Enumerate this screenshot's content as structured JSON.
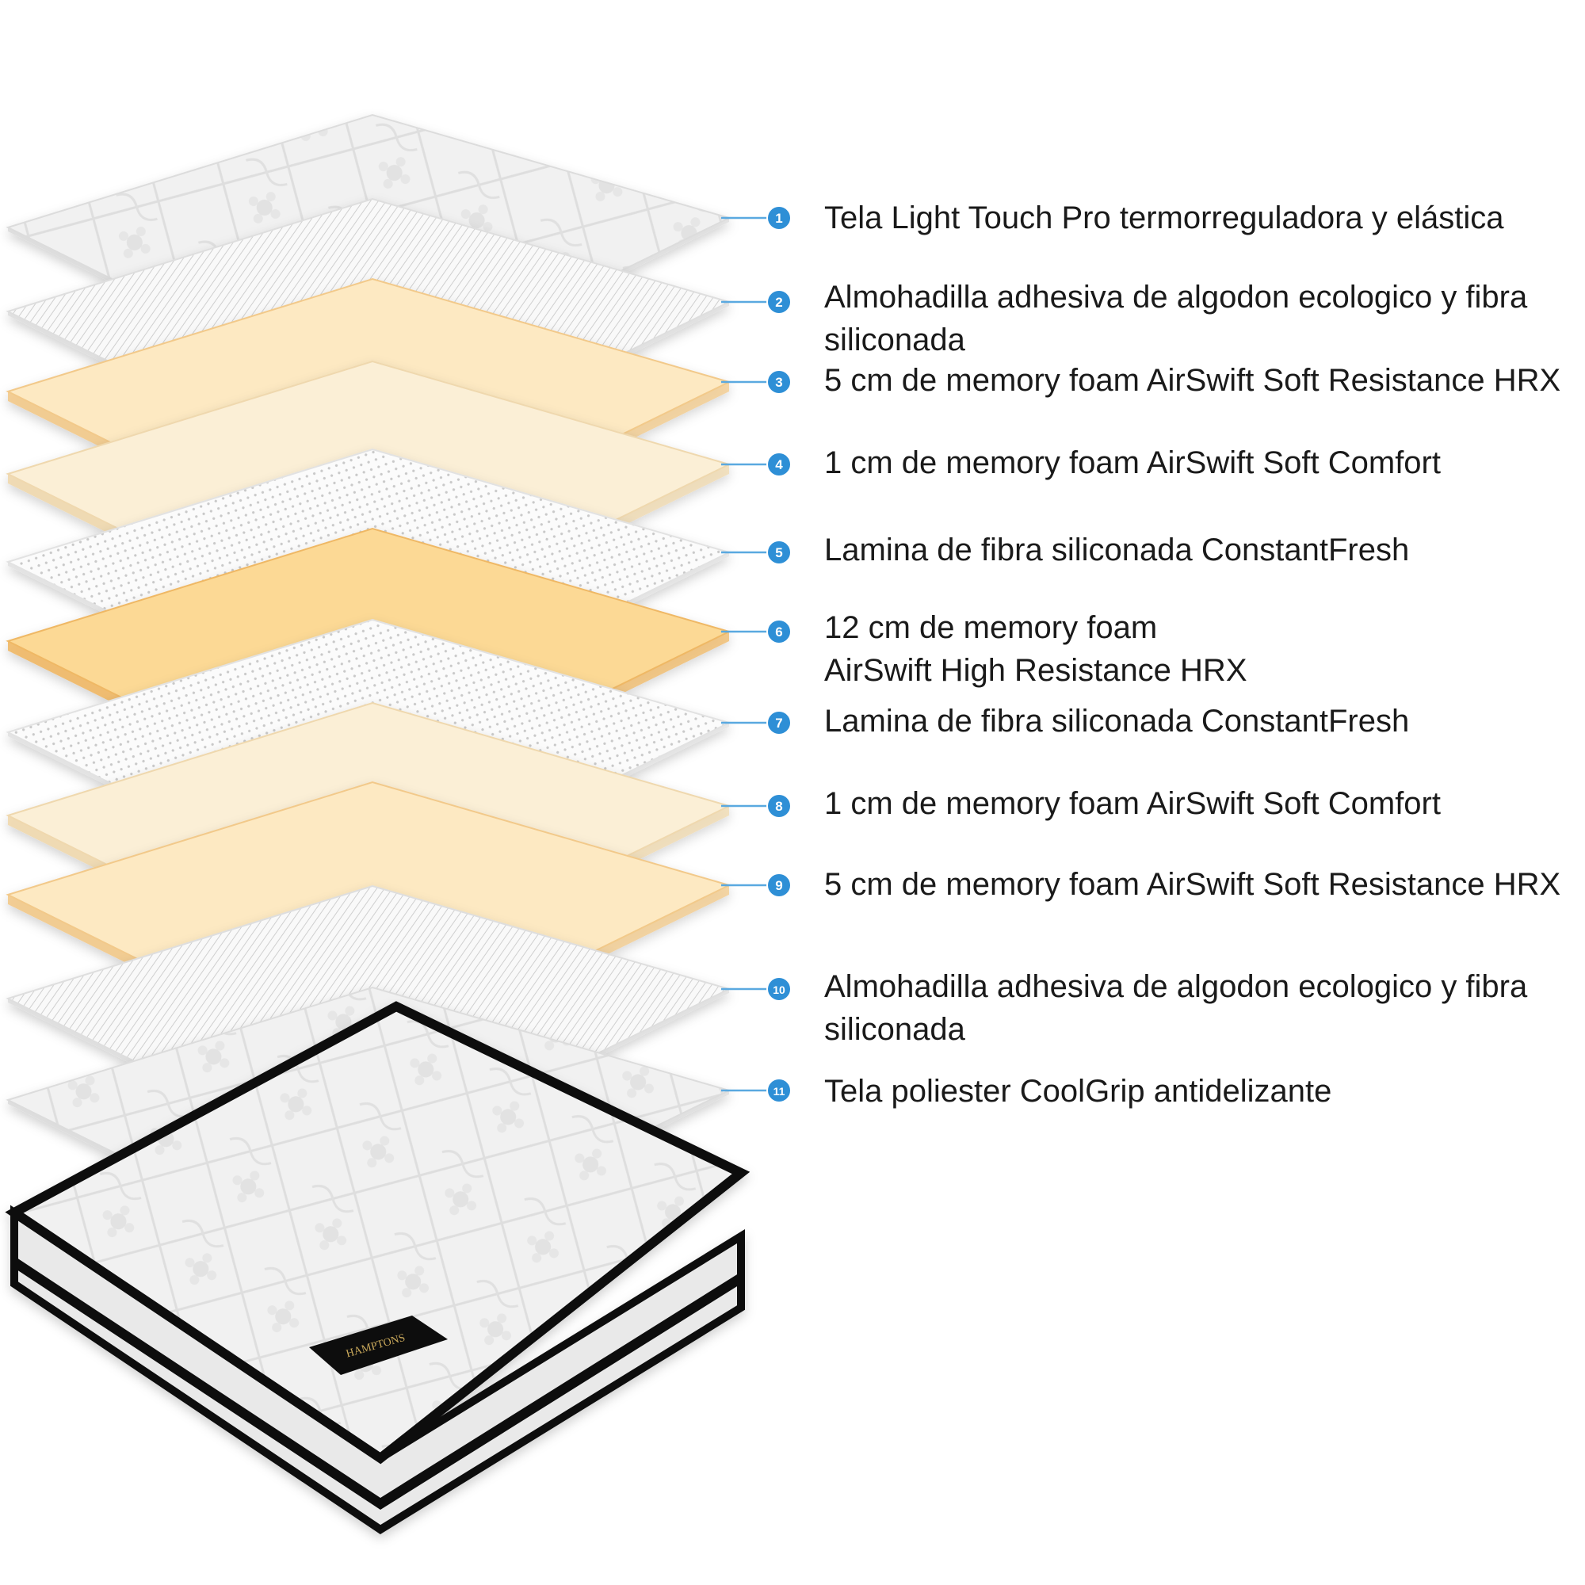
{
  "colors": {
    "callout": "#2e8fd6",
    "callout_line": "#5aa9e0",
    "soft_foam": "#fde9c2",
    "comfort_foam": "#fbefd6",
    "high_resistance_foam": "#fcd995",
    "fabric": "#f4f4f4",
    "fiber_sheet": "#f7f7f7",
    "mattress_border": "#111111"
  },
  "layers": [
    {
      "number": "1",
      "label": "Tela Light Touch Pro termorreguladora y elástica",
      "material": "fabric"
    },
    {
      "number": "2",
      "label": "Almohadilla adhesiva de algodon ecologico y fibra\nsiliconada",
      "material": "pad"
    },
    {
      "number": "3",
      "label": "5 cm de memory foam AirSwift Soft Resistance HRX",
      "material": "soft-foam"
    },
    {
      "number": "4",
      "label": "1 cm de memory foam AirSwift Soft Comfort",
      "material": "comfort-foam"
    },
    {
      "number": "5",
      "label": "Lamina de fibra siliconada ConstantFresh",
      "material": "fiber"
    },
    {
      "number": "6",
      "label": "12 cm de memory foam\nAirSwift High Resistance HRX",
      "material": "high-foam"
    },
    {
      "number": "7",
      "label": "Lamina de fibra siliconada ConstantFresh",
      "material": "fiber"
    },
    {
      "number": "8",
      "label": "1 cm de memory foam AirSwift Soft Comfort",
      "material": "comfort-foam"
    },
    {
      "number": "9",
      "label": "5 cm de memory foam AirSwift Soft Resistance HRX",
      "material": "soft-foam"
    },
    {
      "number": "10",
      "label": "Almohadilla adhesiva de algodon ecologico y fibra\nsiliconada",
      "material": "pad"
    },
    {
      "number": "11",
      "label": "Tela poliester CoolGrip antidelizante",
      "material": "fabric"
    }
  ],
  "mattress": {
    "brand_label": "HAMPTONS"
  }
}
